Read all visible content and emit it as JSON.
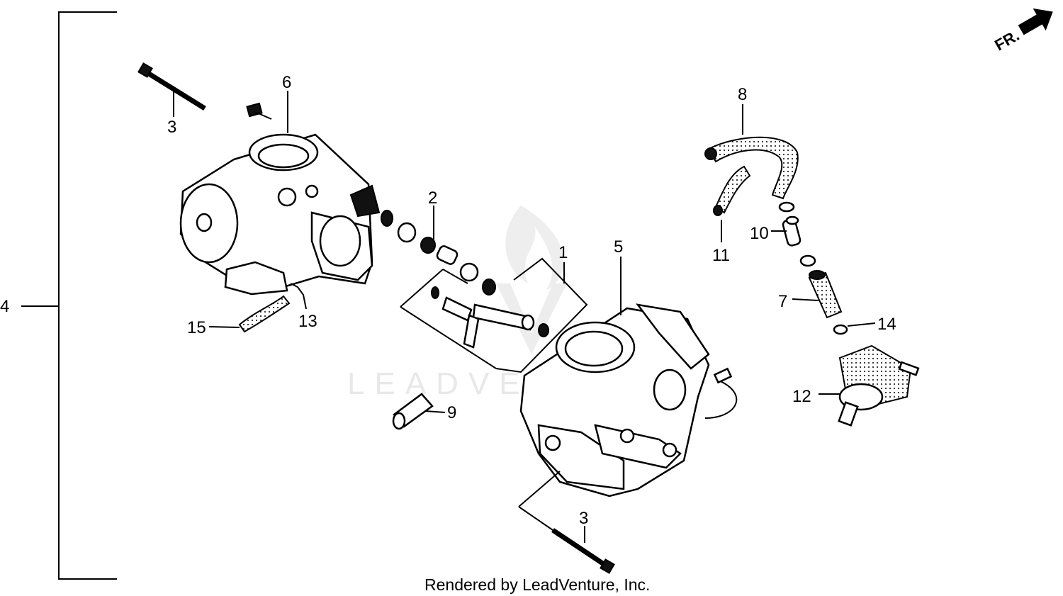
{
  "diagram": {
    "callouts": {
      "p1": "1",
      "p2": "2",
      "p3a": "3",
      "p3b": "3",
      "p4": "4",
      "p5": "5",
      "p6": "6",
      "p7": "7",
      "p8": "8",
      "p9": "9",
      "p10": "10",
      "p11": "11",
      "p12": "12",
      "p13": "13",
      "p14": "14",
      "p15": "15"
    },
    "direction_label": "FR.",
    "watermark": "LEADVENTURE",
    "footer": "Rendered by LeadVenture, Inc."
  }
}
